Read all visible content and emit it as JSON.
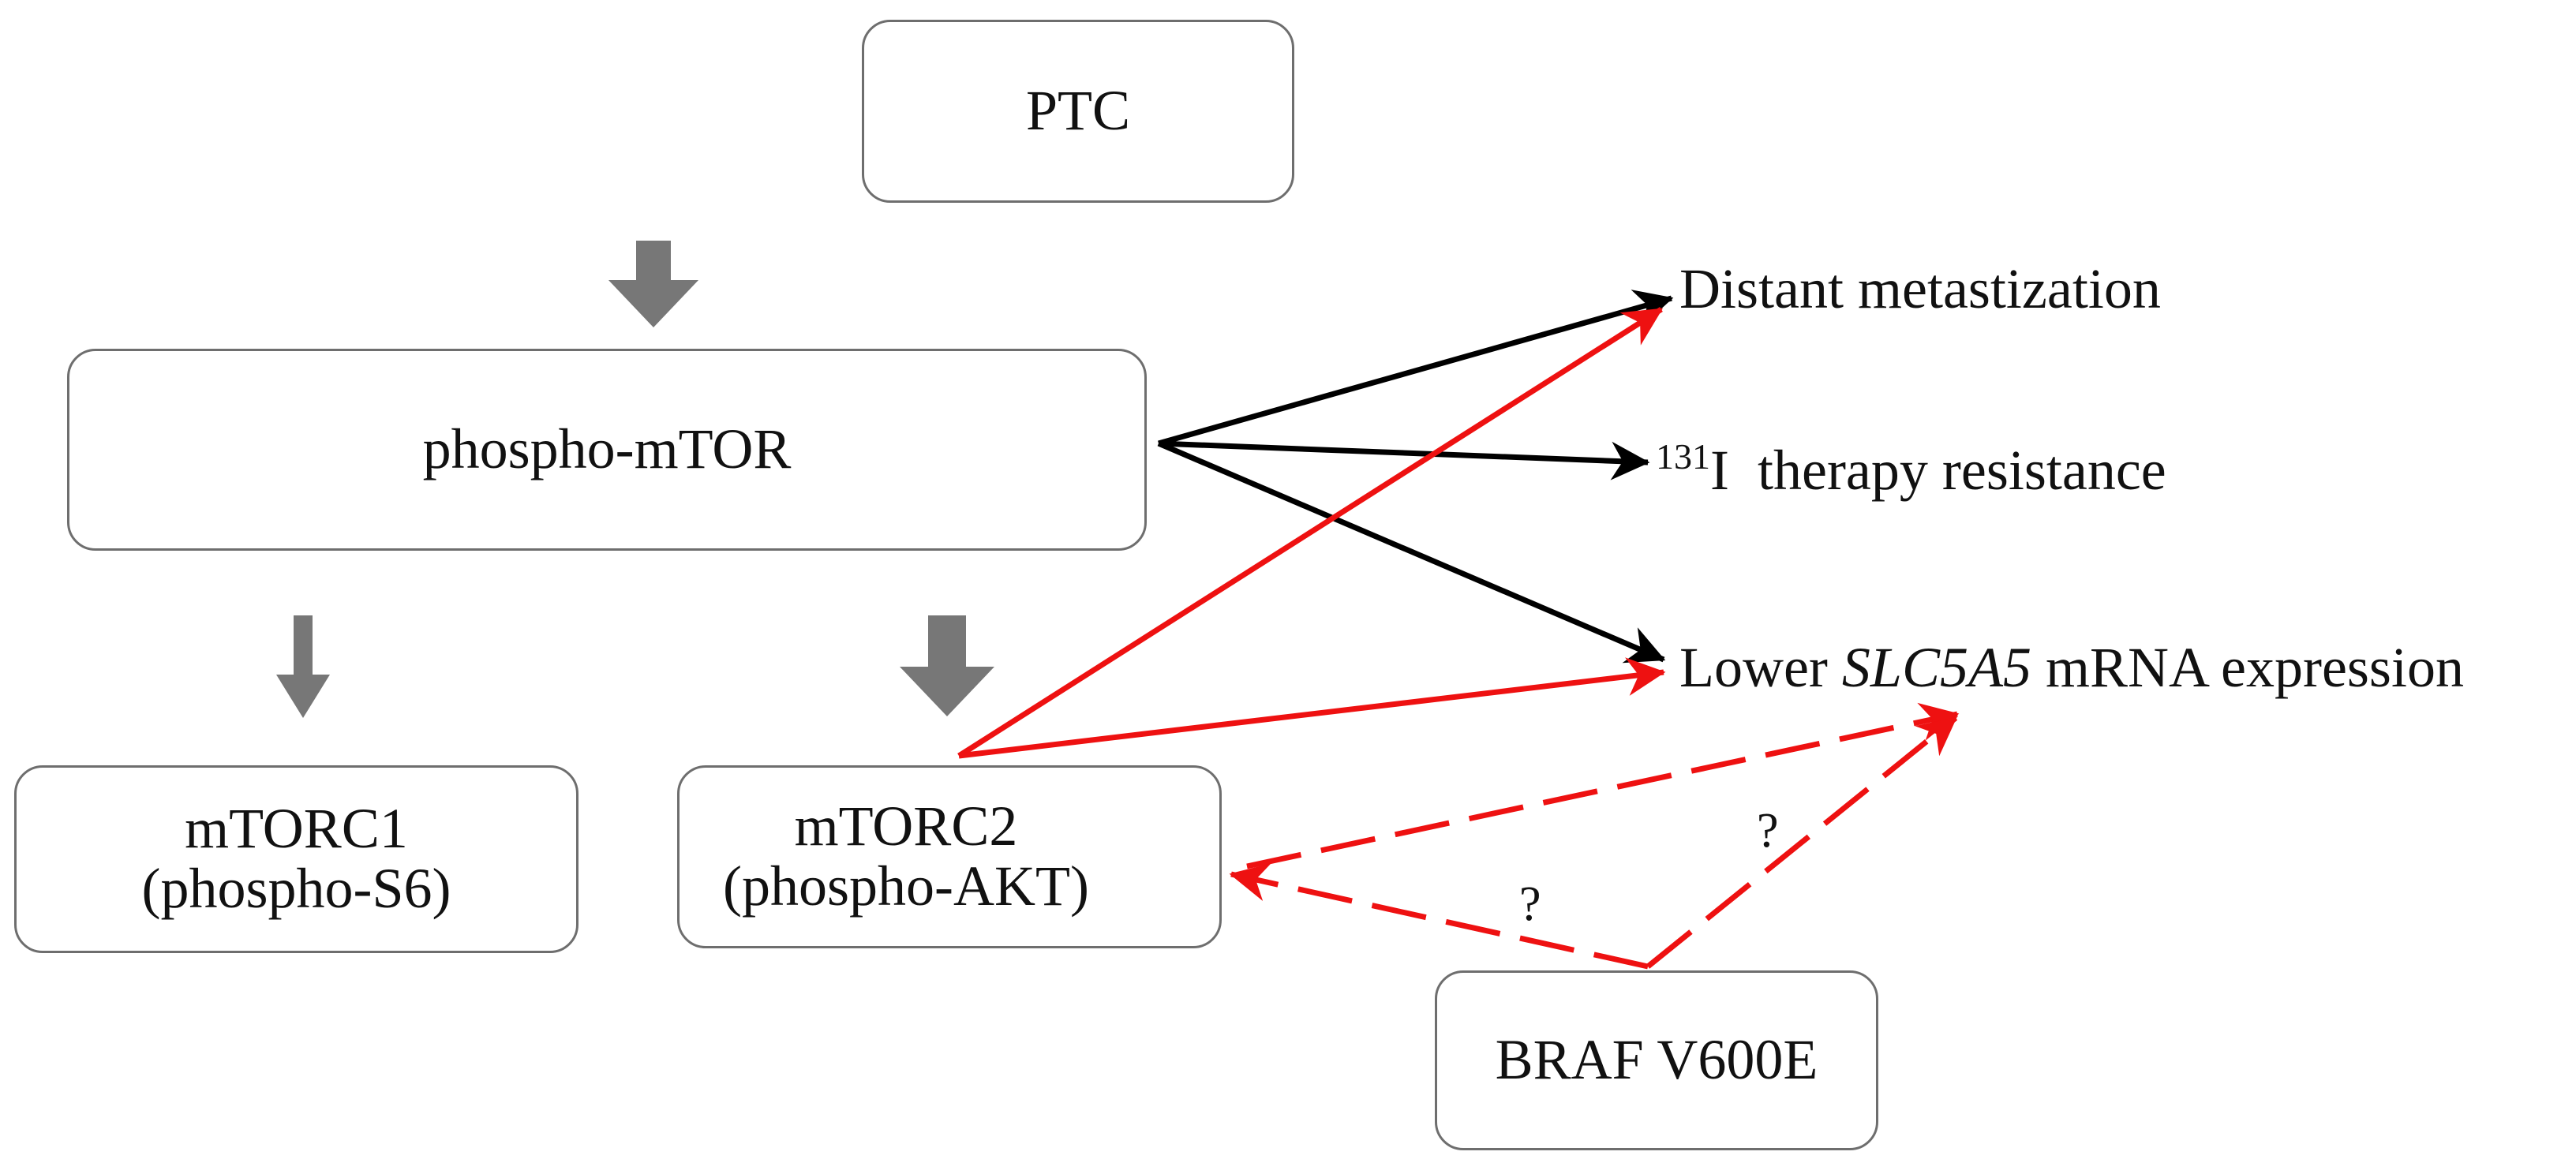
{
  "nodes": {
    "ptc": "PTC",
    "mtor": "phospho-mTOR",
    "mtorc1": {
      "line1": "mTORC1",
      "line2": "(phospho-S6)"
    },
    "mtorc2": {
      "line1": "mTORC2",
      "line2": "(phospho-AKT)"
    },
    "braf": "BRAF V600E"
  },
  "outcomes": {
    "metastasis": "Distant metastization",
    "therapy": {
      "sup": "131",
      "base": "I",
      "rest": "therapy resistance"
    },
    "slc": {
      "pre": "Lower ",
      "gene": "SLC5A5",
      "post": " mRNA expression"
    }
  },
  "uncertain_marks": [
    "?",
    "?"
  ],
  "colors": {
    "activation": "#ee1111",
    "grey_arrow": "#777777",
    "box_border": "#6e6e6e",
    "link": "#000000"
  }
}
